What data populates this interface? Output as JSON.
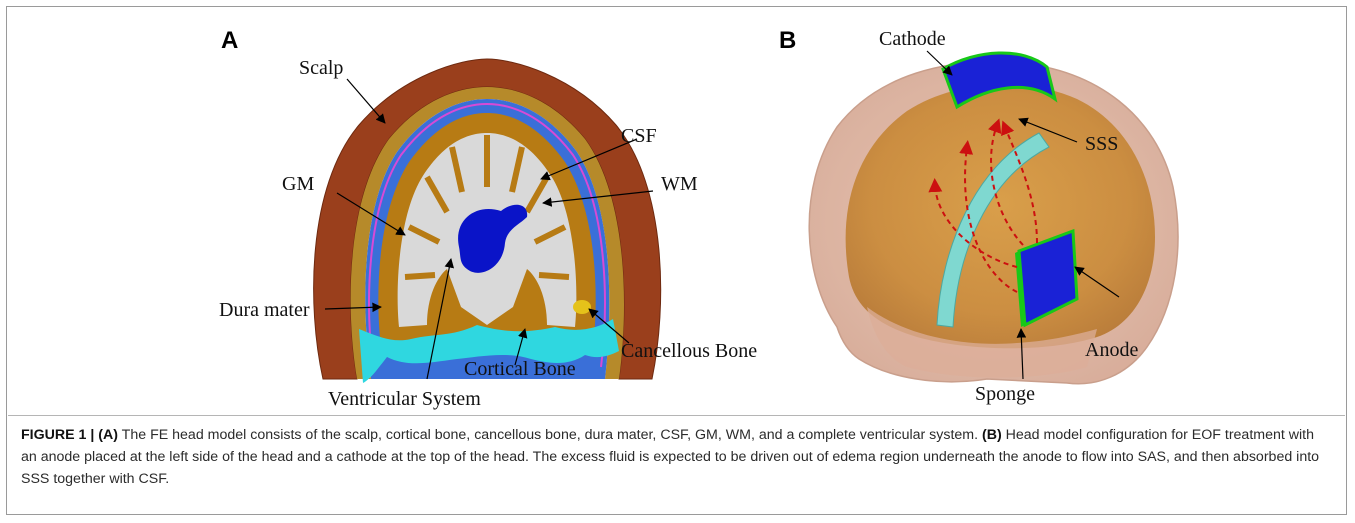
{
  "panel_a": {
    "letter": "A",
    "labels": {
      "scalp": "Scalp",
      "csf": "CSF",
      "gm": "GM",
      "wm": "WM",
      "dura": "Dura mater",
      "cancellous": "Cancellous Bone",
      "cortical": "Cortical Bone",
      "ventricular": "Ventricular System"
    }
  },
  "panel_b": {
    "letter": "B",
    "labels": {
      "cathode": "Cathode",
      "sss": "SSS",
      "anode": "Anode",
      "sponge": "Sponge"
    }
  },
  "caption": {
    "figure_label": "FIGURE 1 | ",
    "a_tag": "(A)",
    "a_text": " The FE head model consists of the scalp, cortical bone, cancellous bone, dura mater, CSF, GM, WM, and a complete ventricular system. ",
    "b_tag": "(B)",
    "b_text": " Head model configuration for EOF treatment with an anode placed at the left side of the head and a cathode at the top of the head. The excess fluid is expected to be driven out of edema region underneath the anode to flow into SAS, and then absorbed into SSS together with CSF."
  },
  "colors": {
    "scalp": "#9a3f1c",
    "csf": "#3a6fd8",
    "wm": "#d9d9d9",
    "gm": "#b77b14",
    "ventricle": "#0a14c8",
    "cancellous": "#2fd7e0",
    "electrode": "#1a22d6",
    "sponge": "#18c818",
    "sss": "#7fd8d0",
    "flow_arrow": "#cc1010"
  }
}
